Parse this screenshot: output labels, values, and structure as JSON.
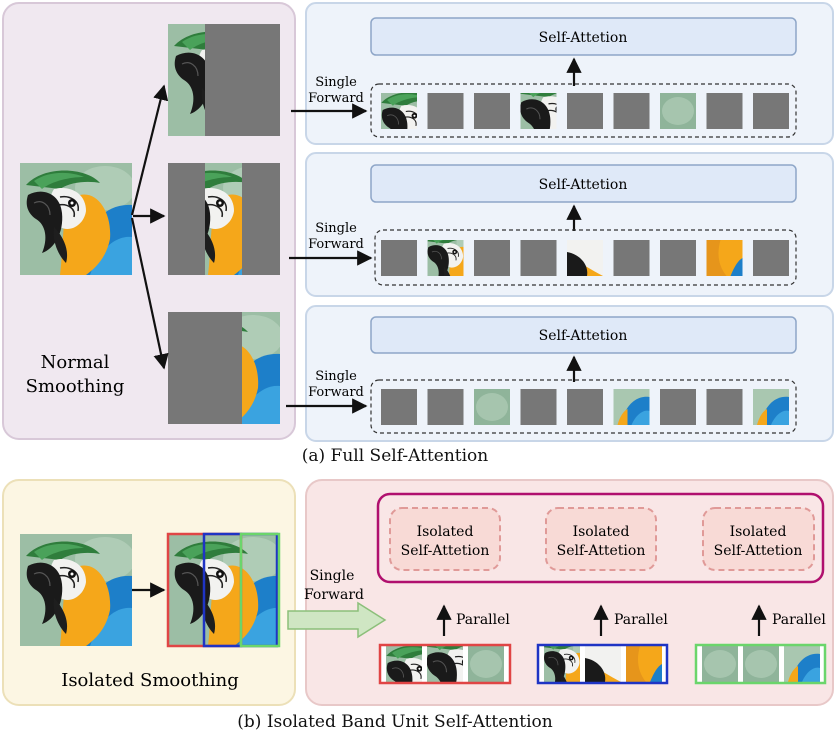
{
  "part_a": {
    "left_label": [
      "Normal",
      "Smoothing"
    ],
    "attention_label": "Self-Attetion",
    "forward_label": [
      "Single",
      "Forward"
    ],
    "caption": "(a) Full Self-Attention",
    "rows": [
      {
        "tokens": [
          "p-top-left",
          "g",
          "g",
          "p-beak",
          "g",
          "g",
          "p-blur",
          "g",
          "g"
        ]
      },
      {
        "tokens": [
          "g",
          "p-eye",
          "g",
          "g",
          "p-face",
          "g",
          "g",
          "p-yellow",
          "g"
        ]
      },
      {
        "tokens": [
          "g",
          "g",
          "p-blur",
          "g",
          "g",
          "p-wing",
          "g",
          "g",
          "p-wing"
        ]
      }
    ]
  },
  "part_b": {
    "left_label": "Isolated Smoothing",
    "isolated_label": [
      "Isolated",
      "Self-Attetion"
    ],
    "forward_label": [
      "Single",
      "Forward"
    ],
    "parallel_label": "Parallel",
    "caption": "(b) Isolated Band Unit Self-Attention",
    "band_colors": [
      "#e04545",
      "#1f34c4",
      "#6bd56b"
    ]
  },
  "colors": {
    "panel_a_left": "#f0e8f0",
    "panel_a_right": "#eef3fa",
    "panel_b_left": "#fcf6e3",
    "panel_b_right": "#f9e6e6",
    "attention_box": "#dfe9f8",
    "isolated_box": "#f8dad6",
    "outer_magenta": "#b0106e",
    "gray_token": "#777777"
  }
}
